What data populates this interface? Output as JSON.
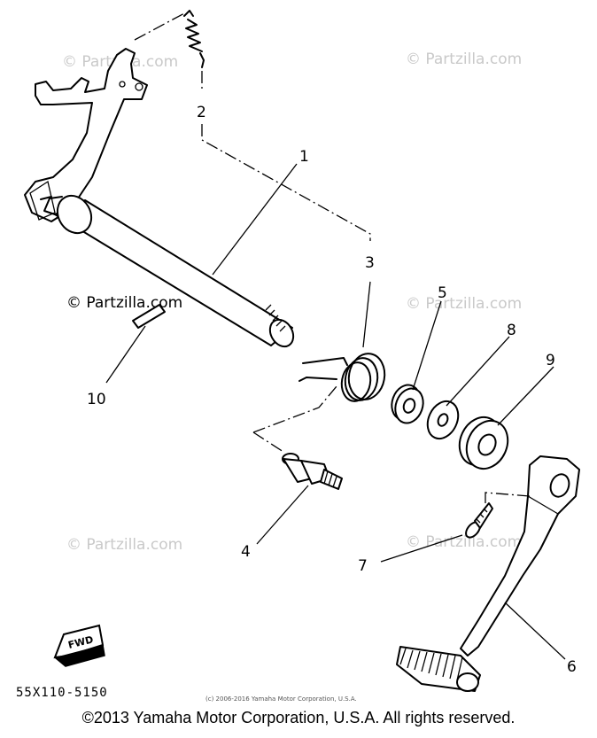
{
  "watermarks": [
    "© Partzilla.com",
    "© Partzilla.com",
    "© Partzilla.com",
    "© Partzilla.com",
    "© Partzilla.com",
    "© Partzilla.com"
  ],
  "callouts": [
    "1",
    "2",
    "3",
    "4",
    "5",
    "6",
    "7",
    "8",
    "9",
    "10"
  ],
  "fwd_label": "FWD",
  "diagram_code": "55X110-5150",
  "small_copyright": "(c) 2006-2016 Yamaha Motor Corporation, U.S.A.",
  "footer": "©2013 Yamaha Motor Corporation, U.S.A. All rights reserved."
}
